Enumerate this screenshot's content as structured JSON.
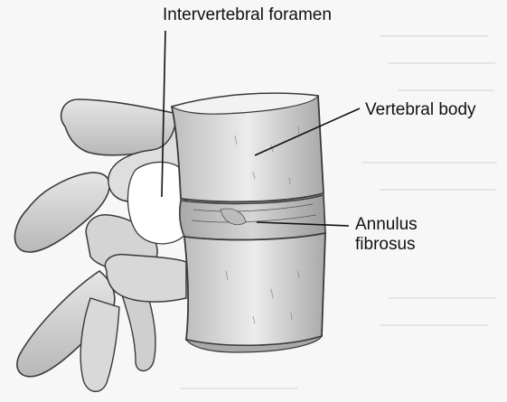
{
  "labels": {
    "intervertebral_foramen": "Intervertebral foramen",
    "vertebral_body": "Vertebral body",
    "annulus_line1": "Annulus",
    "annulus_line2": "fibrosus"
  },
  "colors": {
    "bone_light": "#e9e9e9",
    "bone_mid": "#cfcfcf",
    "bone_dark": "#9a9a9a",
    "outline": "#3a3a3a",
    "leader_line": "#111111",
    "background": "#f7f7f7"
  }
}
